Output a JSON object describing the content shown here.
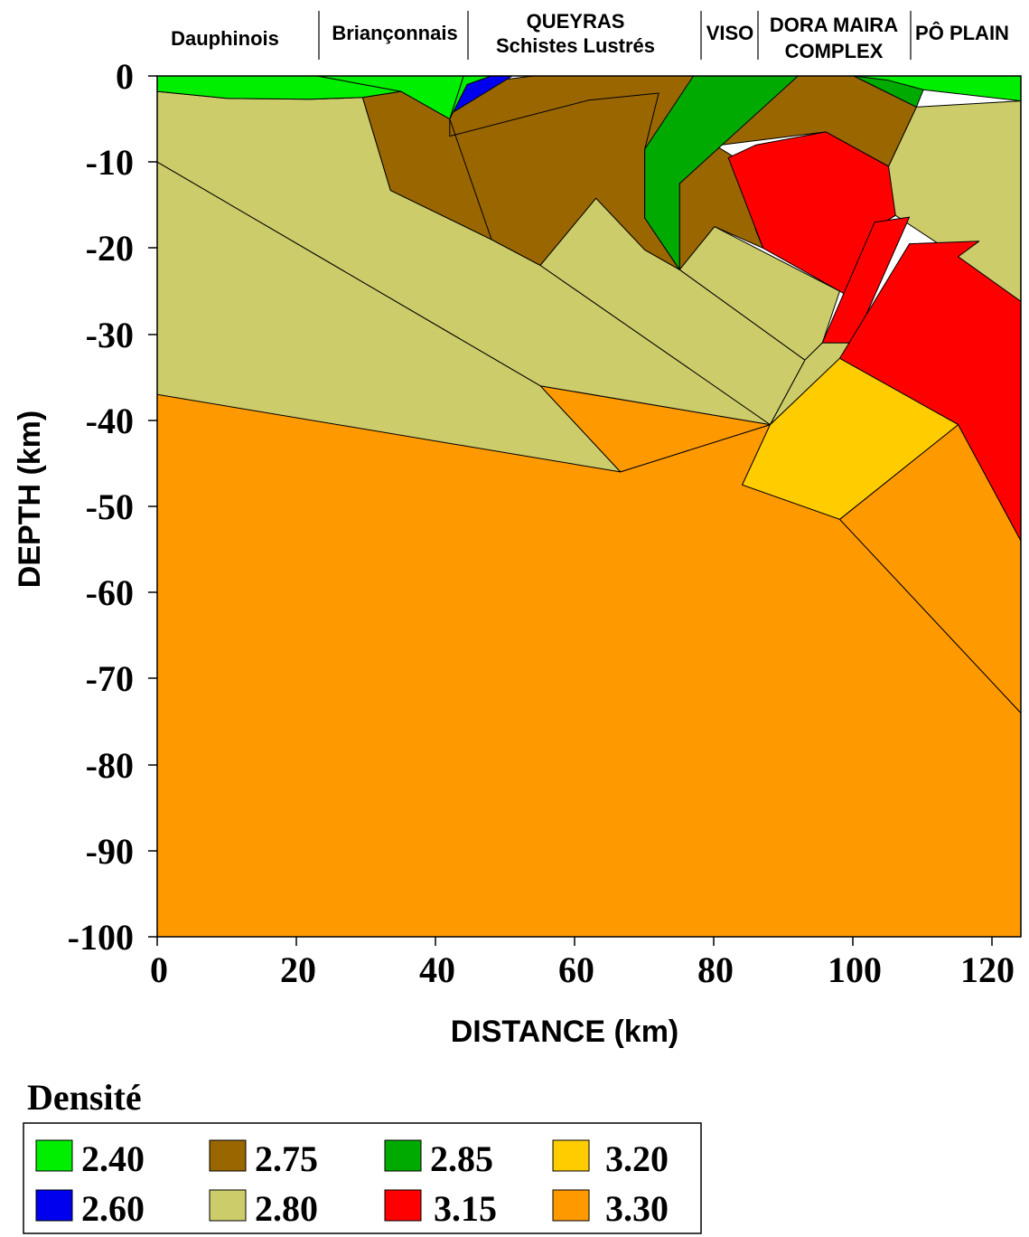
{
  "regions": [
    {
      "name": "Dauphinois"
    },
    {
      "name": "Briançonnais"
    },
    {
      "name": "QUEYRAS",
      "name2": "Schistes Lustrés"
    },
    {
      "name": "VISO"
    },
    {
      "name": "DORA MAIRA",
      "name2": "COMPLEX"
    },
    {
      "name": "PÔ PLAIN"
    }
  ],
  "axes": {
    "x_title": "DISTANCE (km)",
    "y_title": "DEPTH (km)",
    "x_ticks": [
      "0",
      "20",
      "40",
      "60",
      "80",
      "100",
      "120"
    ],
    "y_ticks": [
      "0",
      "-10",
      "-20",
      "-30",
      "-40",
      "-50",
      "-60",
      "-70",
      "-80",
      "-90",
      "-100"
    ],
    "x_range": [
      0,
      124
    ],
    "y_range": [
      -100,
      0
    ]
  },
  "legend": {
    "title": "Densité",
    "items": [
      {
        "value": "2.40",
        "color": "#00ee00"
      },
      {
        "value": "2.75",
        "color": "#996600"
      },
      {
        "value": "2.85",
        "color": "#00aa00"
      },
      {
        "value": "3.20",
        "color": "#ffcc00"
      },
      {
        "value": "2.60",
        "color": "#0000ee"
      },
      {
        "value": "2.80",
        "color": "#cccc6a"
      },
      {
        "value": "3.15",
        "color": "#ff0000"
      },
      {
        "value": "3.30",
        "color": "#ff9900"
      }
    ]
  },
  "bodies": [
    {
      "density": "3.30",
      "points": [
        [
          0,
          -37
        ],
        [
          55,
          -36
        ],
        [
          66.5,
          -46
        ],
        [
          88,
          -40.5
        ],
        [
          84,
          -47.5
        ],
        [
          98,
          -51.5
        ],
        [
          124,
          -74
        ],
        [
          124,
          -100
        ],
        [
          0,
          -100
        ]
      ]
    },
    {
      "density": "3.30",
      "points": [
        [
          55,
          -36
        ],
        [
          88,
          -40.5
        ],
        [
          66.5,
          -46
        ]
      ]
    },
    {
      "density": "3.30",
      "points": [
        [
          98,
          -51.5
        ],
        [
          115,
          -40.5
        ],
        [
          124,
          -54
        ],
        [
          124,
          -74
        ]
      ]
    },
    {
      "density": "2.80",
      "points": [
        [
          0,
          -1.8
        ],
        [
          10,
          -2.6
        ],
        [
          22,
          -2.7
        ],
        [
          29.5,
          -2.5
        ],
        [
          33.5,
          -13.3
        ],
        [
          48,
          -19
        ],
        [
          55,
          -22
        ],
        [
          88,
          -40.5
        ],
        [
          55,
          -36
        ],
        [
          0,
          -10
        ]
      ]
    },
    {
      "density": "2.80",
      "points": [
        [
          0,
          -10
        ],
        [
          55,
          -36
        ],
        [
          66.5,
          -46
        ],
        [
          0,
          -37
        ]
      ]
    },
    {
      "density": "2.80",
      "points": [
        [
          55,
          -22
        ],
        [
          63,
          -14.2
        ],
        [
          70,
          -20.2
        ],
        [
          75,
          -22.5
        ],
        [
          93,
          -33
        ],
        [
          88,
          -40.5
        ]
      ]
    },
    {
      "density": "2.80",
      "points": [
        [
          75,
          -22.5
        ],
        [
          80,
          -17.5
        ],
        [
          98,
          -25
        ],
        [
          95.5,
          -31
        ],
        [
          93,
          -33
        ]
      ]
    },
    {
      "density": "2.80",
      "points": [
        [
          88,
          -40.5
        ],
        [
          93,
          -33
        ],
        [
          95.5,
          -31
        ],
        [
          100,
          -31
        ],
        [
          98,
          -32.8
        ]
      ]
    },
    {
      "density": "2.80",
      "points": [
        [
          105,
          -10.5
        ],
        [
          109,
          -3.6
        ],
        [
          124,
          -2.9
        ],
        [
          124,
          -26.2
        ],
        [
          115,
          -21
        ],
        [
          106,
          -16.2
        ],
        [
          104,
          -17.2
        ],
        [
          100,
          -16.3
        ]
      ]
    },
    {
      "density": "2.75",
      "points": [
        [
          29.5,
          -2.5
        ],
        [
          35,
          -1.8
        ],
        [
          42,
          -5
        ],
        [
          44,
          -1
        ],
        [
          54,
          0
        ],
        [
          78,
          0
        ],
        [
          70,
          -8.5
        ],
        [
          63,
          -3
        ],
        [
          58,
          -10
        ],
        [
          51,
          -14
        ],
        [
          55,
          -22
        ],
        [
          48,
          -19
        ],
        [
          33.5,
          -13.3
        ]
      ]
    },
    {
      "density": "2.75",
      "points": [
        [
          42,
          -5
        ],
        [
          42,
          -7
        ],
        [
          62,
          -2.8
        ],
        [
          72,
          -2
        ],
        [
          70,
          -8.5
        ],
        [
          70,
          -16.5
        ],
        [
          75,
          -22.5
        ],
        [
          70,
          -20.2
        ],
        [
          63,
          -14.2
        ],
        [
          55,
          -22
        ],
        [
          48,
          -19
        ]
      ]
    },
    {
      "density": "2.75",
      "points": [
        [
          75,
          -22.5
        ],
        [
          75,
          -12.5
        ],
        [
          81,
          -8
        ],
        [
          96,
          -6.5
        ],
        [
          105,
          -10.5
        ],
        [
          109,
          -3.6
        ],
        [
          100,
          0
        ],
        [
          92,
          0
        ],
        [
          80,
          -8
        ],
        [
          83,
          -9.5
        ],
        [
          86,
          -18
        ],
        [
          87,
          -20
        ],
        [
          80,
          -17.5
        ]
      ]
    },
    {
      "density": "2.40",
      "points": [
        [
          0,
          0
        ],
        [
          23,
          0
        ],
        [
          35,
          -1.8
        ],
        [
          29.5,
          -2.5
        ],
        [
          22,
          -2.7
        ],
        [
          10,
          -2.6
        ],
        [
          0,
          -1.8
        ]
      ]
    },
    {
      "density": "2.40",
      "points": [
        [
          23,
          0
        ],
        [
          44,
          0
        ],
        [
          42,
          -5
        ],
        [
          35,
          -1.8
        ]
      ]
    },
    {
      "density": "2.40",
      "points": [
        [
          44,
          0
        ],
        [
          48,
          0
        ],
        [
          44.5,
          -1
        ],
        [
          42,
          -5
        ]
      ]
    },
    {
      "density": "2.40",
      "points": [
        [
          100,
          0
        ],
        [
          124,
          0
        ],
        [
          124,
          -2.9
        ],
        [
          110,
          -1.6
        ]
      ]
    },
    {
      "density": "2.60",
      "points": [
        [
          48,
          0
        ],
        [
          51,
          0
        ],
        [
          42.5,
          -4.2
        ],
        [
          44.5,
          -1
        ]
      ]
    },
    {
      "density": "2.85",
      "points": [
        [
          77,
          0
        ],
        [
          92,
          0
        ],
        [
          75,
          -12.5
        ],
        [
          75,
          -22.5
        ],
        [
          70,
          -16.5
        ],
        [
          70,
          -8.5
        ]
      ]
    },
    {
      "density": "2.85",
      "points": [
        [
          100,
          0
        ],
        [
          105,
          -0.5
        ],
        [
          110,
          -1.6
        ],
        [
          109,
          -3.6
        ]
      ]
    },
    {
      "density": "3.15",
      "points": [
        [
          82,
          -9.5
        ],
        [
          86,
          -8
        ],
        [
          96,
          -6.5
        ],
        [
          105,
          -10.5
        ],
        [
          106,
          -16.2
        ],
        [
          104,
          -17.2
        ],
        [
          100,
          -26
        ],
        [
          98,
          -25
        ],
        [
          87,
          -20
        ]
      ]
    },
    {
      "density": "3.15",
      "points": [
        [
          95.5,
          -31
        ],
        [
          103,
          -17
        ],
        [
          108,
          -16.4
        ],
        [
          100,
          -31
        ]
      ]
    },
    {
      "density": "3.15",
      "points": [
        [
          98,
          -32.8
        ],
        [
          108,
          -19.5
        ],
        [
          118,
          -19.2
        ],
        [
          115,
          -21
        ],
        [
          124,
          -26.2
        ],
        [
          124,
          -54
        ],
        [
          115,
          -40.5
        ]
      ]
    },
    {
      "density": "3.20",
      "points": [
        [
          98,
          -32.8
        ],
        [
          115,
          -40.5
        ],
        [
          98,
          -51.5
        ],
        [
          84,
          -47.5
        ],
        [
          88,
          -40.5
        ]
      ]
    }
  ]
}
